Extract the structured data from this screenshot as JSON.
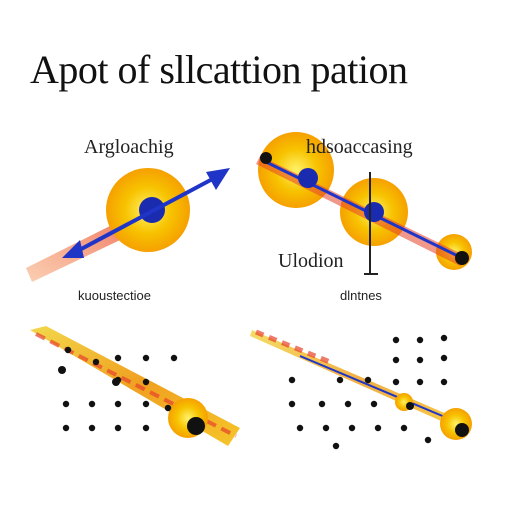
{
  "title": "Apot of sllcattion pation",
  "labels": {
    "top_left": "Argloachig",
    "top_right": "hdsoaccasing",
    "middle_right": "Ulodion",
    "bottom_left": "kuoustectioe",
    "bottom_right": "dlntnes"
  },
  "colors": {
    "glow_center": "#f7c300",
    "glow_edge": "#f6a000",
    "particle": "#1a2bb0",
    "arrow": "#1f35c8",
    "trail": "#f27a3a",
    "dot": "#111111"
  }
}
